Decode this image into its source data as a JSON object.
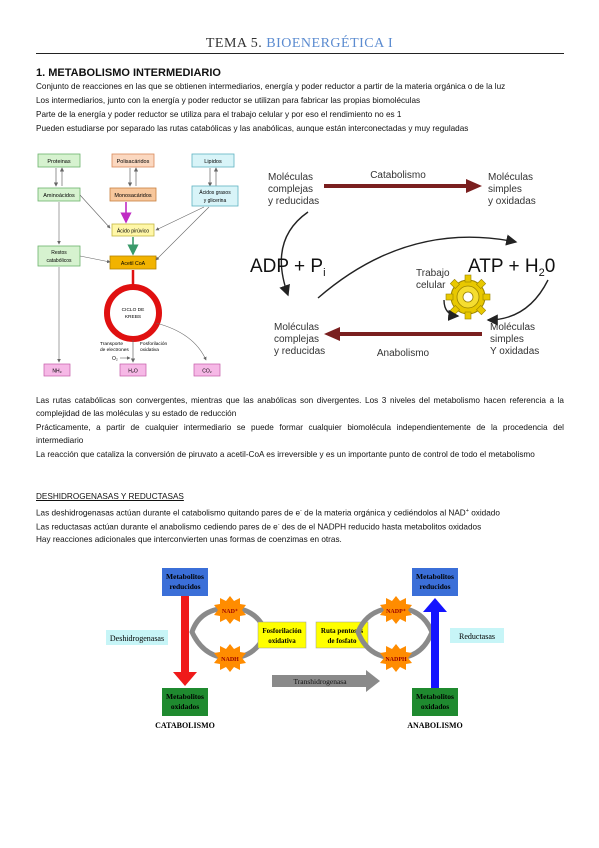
{
  "header": {
    "title_prefix": "TEMA 5. ",
    "title_highlight": "BIOENERGÉTICA I"
  },
  "section1": {
    "heading": "1. METABOLISMO INTERMEDIARIO",
    "lines": [
      "Conjunto de reacciones en las que se obtienen intermediarios, energía y poder reductor a partir de la materia orgánica o de la luz",
      "Los intermediarios, junto con la energía y poder reductor se utilizan para fabricar las propias biomoléculas",
      "Parte de la energía y poder reductor se utiliza para el trabajo celular y por eso el rendimiento no es 1",
      "Pueden estudiarse por separado las rutas catabólicas y las anabólicas, aunque están interconectadas y muy reguladas"
    ]
  },
  "figure1": {
    "proteinas": "Proteinas",
    "polisacaridos": "Polisacáridos",
    "lipidos": "Lipidos",
    "aminoacidos": "Aminoácidos",
    "monosacaridos": "Monosacáridos",
    "acidos_grasos": "Ácidos grasos y glicerina",
    "acido_piruvico": "Ácido pirúvico",
    "acetil_coa": "Acetil CoA",
    "restos_catabolicos": "Restos catabólicos",
    "ciclo_krebs": "CICLO DE KREBS",
    "transporte_electrones": "Transporte de electrones",
    "fosforilacion_oxidativa": "Fosforilación oxidativa",
    "o2": "O₂",
    "nh3": "NH₃",
    "h2o": "H₂O",
    "co2": "CO₂"
  },
  "figure2": {
    "top_left": [
      "Moléculas",
      "complejas",
      "y reducidas"
    ],
    "catabolismo": "Catabolismo",
    "top_right": [
      "Moléculas",
      "simples",
      "y oxidadas"
    ],
    "adp": "ADP + P",
    "adp_sub": "i",
    "atp": "ATP + H",
    "atp_sub": "2",
    "atp_o": "0",
    "trabajo": [
      "Trabajo",
      "celular"
    ],
    "bottom_left": [
      "Moléculas",
      "complejas",
      "y reducidas"
    ],
    "anabolismo": "Anabolismo",
    "bottom_right": [
      "Moléculas",
      "simples",
      "Y oxidadas"
    ]
  },
  "section1b": {
    "paragraphs": [
      "Las rutas catabólicas son convergentes, mientras que las anabólicas son divergentes. Los 3 niveles del metabolismo hacen referencia a la complejidad de las moléculas y su estado de reducción",
      "Prácticamente, a partir de cualquier intermediario se puede formar cualquier biomolécula independientemente de la procedencia del intermediario",
      "La reacción que cataliza la conversión de piruvato a acetil-CoA es irreversible y es un importante punto de control de todo el metabolismo"
    ]
  },
  "section2": {
    "heading": "DESHIDROGENASAS Y REDUCTASAS",
    "line1_a": "Las deshidrogenasas actúan durante el catabolismo quitando pares de e",
    "line1_sup1": "-",
    "line1_b": " de la materia orgánica y cediéndolos al NAD",
    "line1_sup2": "+",
    "line1_c": " oxidado",
    "line2_a": "Las reductasas actúan durante el anabolismo cediendo pares de e",
    "line2_sup": "-",
    "line2_b": " des de el NADPH reducido hasta metabolitos oxidados",
    "line3": "Hay reacciones adicionales que interconvierten unas formas de coenzimas en otras."
  },
  "figure3": {
    "met_reducidos_left": [
      "Metabolitos",
      "reducidos"
    ],
    "met_oxidados_left": [
      "Metabolitos",
      "oxidados"
    ],
    "met_reducidos_right": [
      "Metabolitos",
      "reducidos"
    ],
    "met_oxidados_right": [
      "Metabolitos",
      "oxidados"
    ],
    "nad_plus": "NAD⁺",
    "nadh": "NADH",
    "nadp_plus": "NADP⁺",
    "nadph": "NADPH",
    "fosforilacion": [
      "Fosforilación",
      "oxidativa"
    ],
    "ruta_pentosas": [
      "Ruta pentosas",
      "de fosfato"
    ],
    "deshidrogenasas": "Deshidrogenasas",
    "reductasas": "Reductasas",
    "transhidrogenasa": "Transhidrogenasa",
    "catabolismo": "CATABOLISMO",
    "anabolismo": "ANABOLISMO"
  }
}
